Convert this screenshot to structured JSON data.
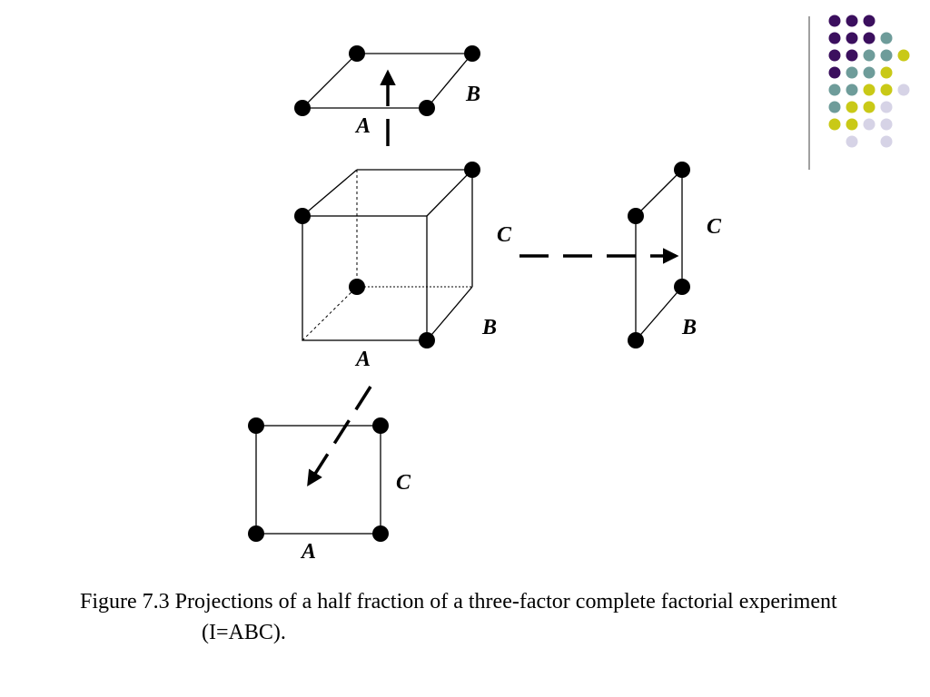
{
  "caption": "Figure 7.3 Projections of a half fraction of a three-factor complete factorial experiment (I=ABC).",
  "labels": {
    "top_face_a": "A",
    "top_face_b": "B",
    "cube_a": "A",
    "cube_b": "B",
    "cube_c": "C",
    "side_face_c": "C",
    "side_face_b": "B",
    "front_face_a": "A",
    "front_face_c": "C"
  },
  "colors": {
    "ink": "#000000",
    "decor_purple": "#3b0f5e",
    "decor_teal": "#6e9c9a",
    "decor_yellow": "#c9c917",
    "decor_lavender": "#d6d3e6",
    "decor_rule": "#808080"
  },
  "decor_dot_grid": [
    [
      "purple",
      "purple",
      "purple",
      null,
      null
    ],
    [
      "purple",
      "purple",
      "purple",
      "teal",
      null
    ],
    [
      "purple",
      "purple",
      "teal",
      "teal",
      "yellow"
    ],
    [
      "purple",
      "teal",
      "teal",
      "yellow",
      null
    ],
    [
      "teal",
      "teal",
      "yellow",
      "yellow",
      "lavender"
    ],
    [
      "teal",
      "yellow",
      "yellow",
      "lavender",
      null
    ],
    [
      "yellow",
      "yellow",
      "lavender",
      "lavender",
      null
    ],
    [
      null,
      "lavender",
      null,
      "lavender",
      null
    ]
  ]
}
